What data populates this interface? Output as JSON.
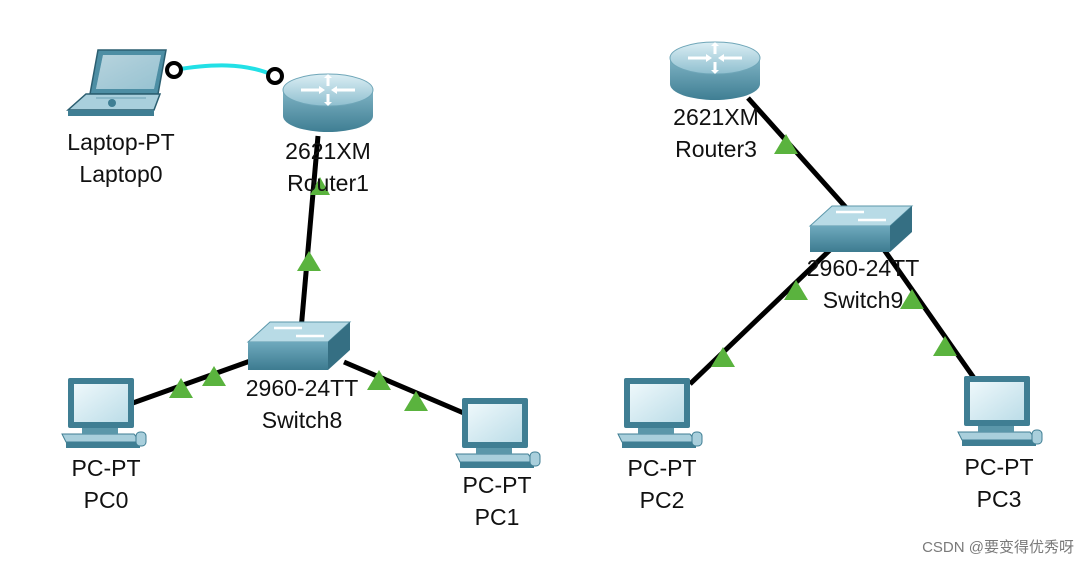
{
  "devices": {
    "laptop0": {
      "model": "Laptop-PT",
      "name": "Laptop0",
      "icon": "laptop-icon"
    },
    "router1": {
      "model": "2621XM",
      "name": "Router1",
      "icon": "router-icon"
    },
    "switch8": {
      "model": "2960-24TT",
      "name": "Switch8",
      "icon": "switch-icon"
    },
    "pc0": {
      "model": "PC-PT",
      "name": "PC0",
      "icon": "pc-icon"
    },
    "pc1": {
      "model": "PC-PT",
      "name": "PC1",
      "icon": "pc-icon"
    },
    "router3": {
      "model": "2621XM",
      "name": "Router3",
      "icon": "router-icon"
    },
    "switch9": {
      "model": "2960-24TT",
      "name": "Switch9",
      "icon": "switch-icon"
    },
    "pc2": {
      "model": "PC-PT",
      "name": "PC2",
      "icon": "pc-icon"
    },
    "pc3": {
      "model": "PC-PT",
      "name": "PC3",
      "icon": "pc-icon"
    }
  },
  "links": [
    {
      "from": "laptop0",
      "to": "router1",
      "type": "console",
      "status": "none"
    },
    {
      "from": "router1",
      "to": "switch8",
      "type": "ethernet",
      "status": "up"
    },
    {
      "from": "switch8",
      "to": "pc0",
      "type": "ethernet",
      "status": "up"
    },
    {
      "from": "switch8",
      "to": "pc1",
      "type": "ethernet",
      "status": "up"
    },
    {
      "from": "router3",
      "to": "switch9",
      "type": "ethernet",
      "status": "up"
    },
    {
      "from": "switch9",
      "to": "pc2",
      "type": "ethernet",
      "status": "up"
    },
    {
      "from": "switch9",
      "to": "pc3",
      "type": "ethernet",
      "status": "up"
    }
  ],
  "colors": {
    "cable": "#000000",
    "console_cable": "#22e0e6",
    "link_up": "#5ab33e",
    "device_blue": "#5fa0b6"
  },
  "watermark": "CSDN @要变得优秀呀"
}
